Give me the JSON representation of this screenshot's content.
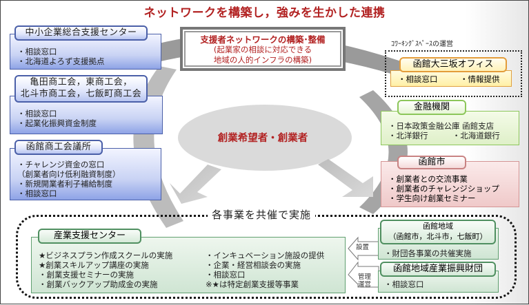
{
  "title": "ネットワークを構築し，強みを生かした連携",
  "network_box": {
    "heading": "支援者ネットワークの構築･整備",
    "line1": "(起業家の相談に対応できる",
    "line2": "地域の人的インフラの構築)"
  },
  "center": {
    "label": "創業希望者・創業者"
  },
  "left_orgs": [
    {
      "name": "中小企業総合支援センター",
      "items": [
        "・相談窓口",
        "・北海道よろず支援拠点"
      ]
    },
    {
      "name_line1": "亀田商工会，東商工会，",
      "name_line2": "北斗市商工会，七飯町商工会",
      "items": [
        "・相談窓口",
        "・起業化振興資金制度"
      ]
    },
    {
      "name": "函館商工会議所",
      "items": [
        "・チャレンジ資金の窓口",
        "（創業者向け低利融資制度）",
        "・新規開業者利子補給制度",
        "・相談窓口"
      ]
    }
  ],
  "coworking": {
    "label": "ｺﾜｰｷﾝｸﾞｽﾍﾟｰｽの運営",
    "name": "函館大三坂オフィス",
    "items": [
      "・相談窓口",
      "・情報提供"
    ]
  },
  "finance": {
    "name": "金融機関",
    "items": [
      "・日本政策金融公庫 函館支店",
      "・北洋銀行",
      "・北海道銀行"
    ]
  },
  "city": {
    "name": "函館市",
    "items": [
      "・創業者との交流事業",
      "・創業者のチャレンジショップ",
      "・学生向け創業セミナー"
    ]
  },
  "joint": {
    "label": "各事業を共催で実施",
    "center": {
      "name": "産業支援センター",
      "col1": [
        "★ビジネスプラン作成スクールの実施",
        "★創業スキルアップ講座の実施",
        "・創業支援セミナーの実施",
        "・創業バックアップ助成金の実施"
      ],
      "col2": [
        "・インキュベーション施設の提供",
        "・企業・経営相談会の実施",
        "・相談窓口",
        "※★は特定創業支援等事業"
      ]
    },
    "region": {
      "name_line1": "函館地域",
      "name_line2": "（函館市，北斗市，七飯町）",
      "items": [
        "・財団各事業の共催実施"
      ],
      "arrow": "設置"
    },
    "foundation": {
      "name": "函館地域産業振興財団",
      "items": [
        "・相談窓口"
      ],
      "arrow_line1": "管理",
      "arrow_line2": "運営"
    }
  },
  "colors": {
    "title_red": "#b22222",
    "blue_border": "#4a5fa8",
    "green_border": "#8cc65a",
    "pink_border": "#c98383",
    "orange_border": "#e39c3a",
    "dark_green_border": "#4f8f60",
    "arrow_gray": "#a9a9a9"
  }
}
